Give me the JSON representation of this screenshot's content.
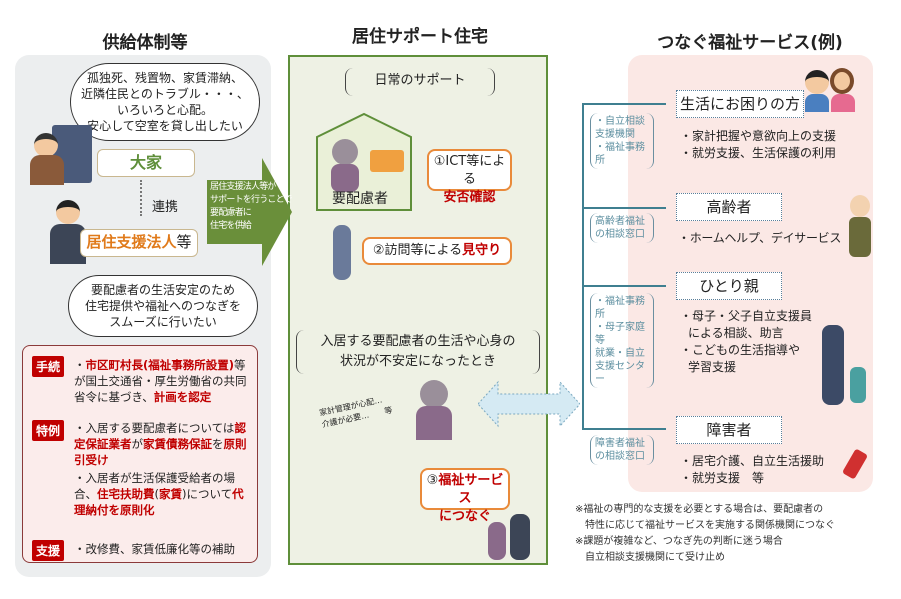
{
  "titles": {
    "supply": "供給体制等",
    "housing": "居住サポート住宅",
    "services": "つなぐ福祉サービス(例)"
  },
  "left": {
    "landlord_cloud": [
      "孤独死、残置物、家賃滞納、",
      "近隣住民とのトラブル・・・、",
      "いろいろと心配。",
      "安心して空室を貸し出したい"
    ],
    "landlord": "大家",
    "cooperation": "連携",
    "support_corp": "居住支援法人",
    "support_corp_suffix": "等",
    "corp_cloud": [
      "要配慮者の生活安定のため",
      "住宅提供や福祉へのつなぎを",
      "スムーズに行いたい"
    ],
    "arrow_text": [
      "居住支援法人等が",
      "サポートを行うことで",
      "要配慮者に",
      "住宅を供給"
    ]
  },
  "rules": {
    "procedure": {
      "tag": "手続",
      "t1": "・",
      "r1": "市区町村長(福祉事務所設置)",
      "t2": "等が国土交通省・厚生労働省の共同省令に基づき、",
      "r2": "計画を認定"
    },
    "exception": {
      "tag": "特例",
      "a_t1": "・入居する要配慮者については",
      "a_r1": "認定保証業者",
      "a_t2": "が",
      "a_r2": "家賃債務保証",
      "a_t3": "を",
      "a_r3": "原則引受け",
      "b_t1": "・入居者が生活保護受給者の場合、",
      "b_r1": "住宅扶助費",
      "b_t2": "(",
      "b_r2": "家賃",
      "b_t3": ")について",
      "b_r3": "代理納付を原則化"
    },
    "support": {
      "tag": "支援",
      "text": "・改修費、家賃低廉化等の補助"
    }
  },
  "middle": {
    "daily_support": "日常のサポート",
    "person": "要配慮者",
    "c1_a": "①ICT等による",
    "c1_b": "安否確認",
    "c2_a": "②訪問等による",
    "c2_b": "見守り",
    "unstable": [
      "入居する要配慮者の生活や心身の",
      "状況が不安定になったとき"
    ],
    "worry": [
      "家計管理が心配…",
      "介護が必要…　　等"
    ],
    "c3_a": "③",
    "c3_b": "福祉サービス",
    "c3_c": "につなぐ"
  },
  "right": {
    "groups": [
      {
        "agency": [
          "・自立相談",
          "支援機関",
          "・福祉事務所"
        ],
        "target": "生活にお困りの方",
        "services": [
          "・家計把握や意欲向上の支援",
          "・就労支援、生活保護の利用"
        ]
      },
      {
        "agency": [
          "高齢者福祉",
          "の相談窓口"
        ],
        "target": "高齢者",
        "services": [
          "・ホームヘルプ、デイサービス"
        ]
      },
      {
        "agency": [
          "・福祉事務所",
          "・母子家庭等",
          "就業・自立",
          "支援センター"
        ],
        "target": "ひとり親",
        "services": [
          "・母子・父子自立支援員",
          "による相談、助言",
          "・こどもの生活指導や",
          "学習支援"
        ]
      },
      {
        "agency": [
          "障害者福祉",
          "の相談窓口"
        ],
        "target": "障害者",
        "services": [
          "・居宅介護、自立生活援助",
          "・就労支援　等"
        ]
      }
    ],
    "notes": [
      "※福祉の専門的な支援を必要とする場合は、要配慮者の",
      "特性に応じて福祉サービスを実施する関係機関につなぐ",
      "※課題が複雑など、つなぎ先の判断に迷う場合",
      "自立相談支援機関にて受け止め"
    ]
  },
  "colors": {
    "accent_red": "#c00000",
    "green": "#5f8f3a",
    "teal": "#3f7f90",
    "orange": "#e98a3a"
  }
}
